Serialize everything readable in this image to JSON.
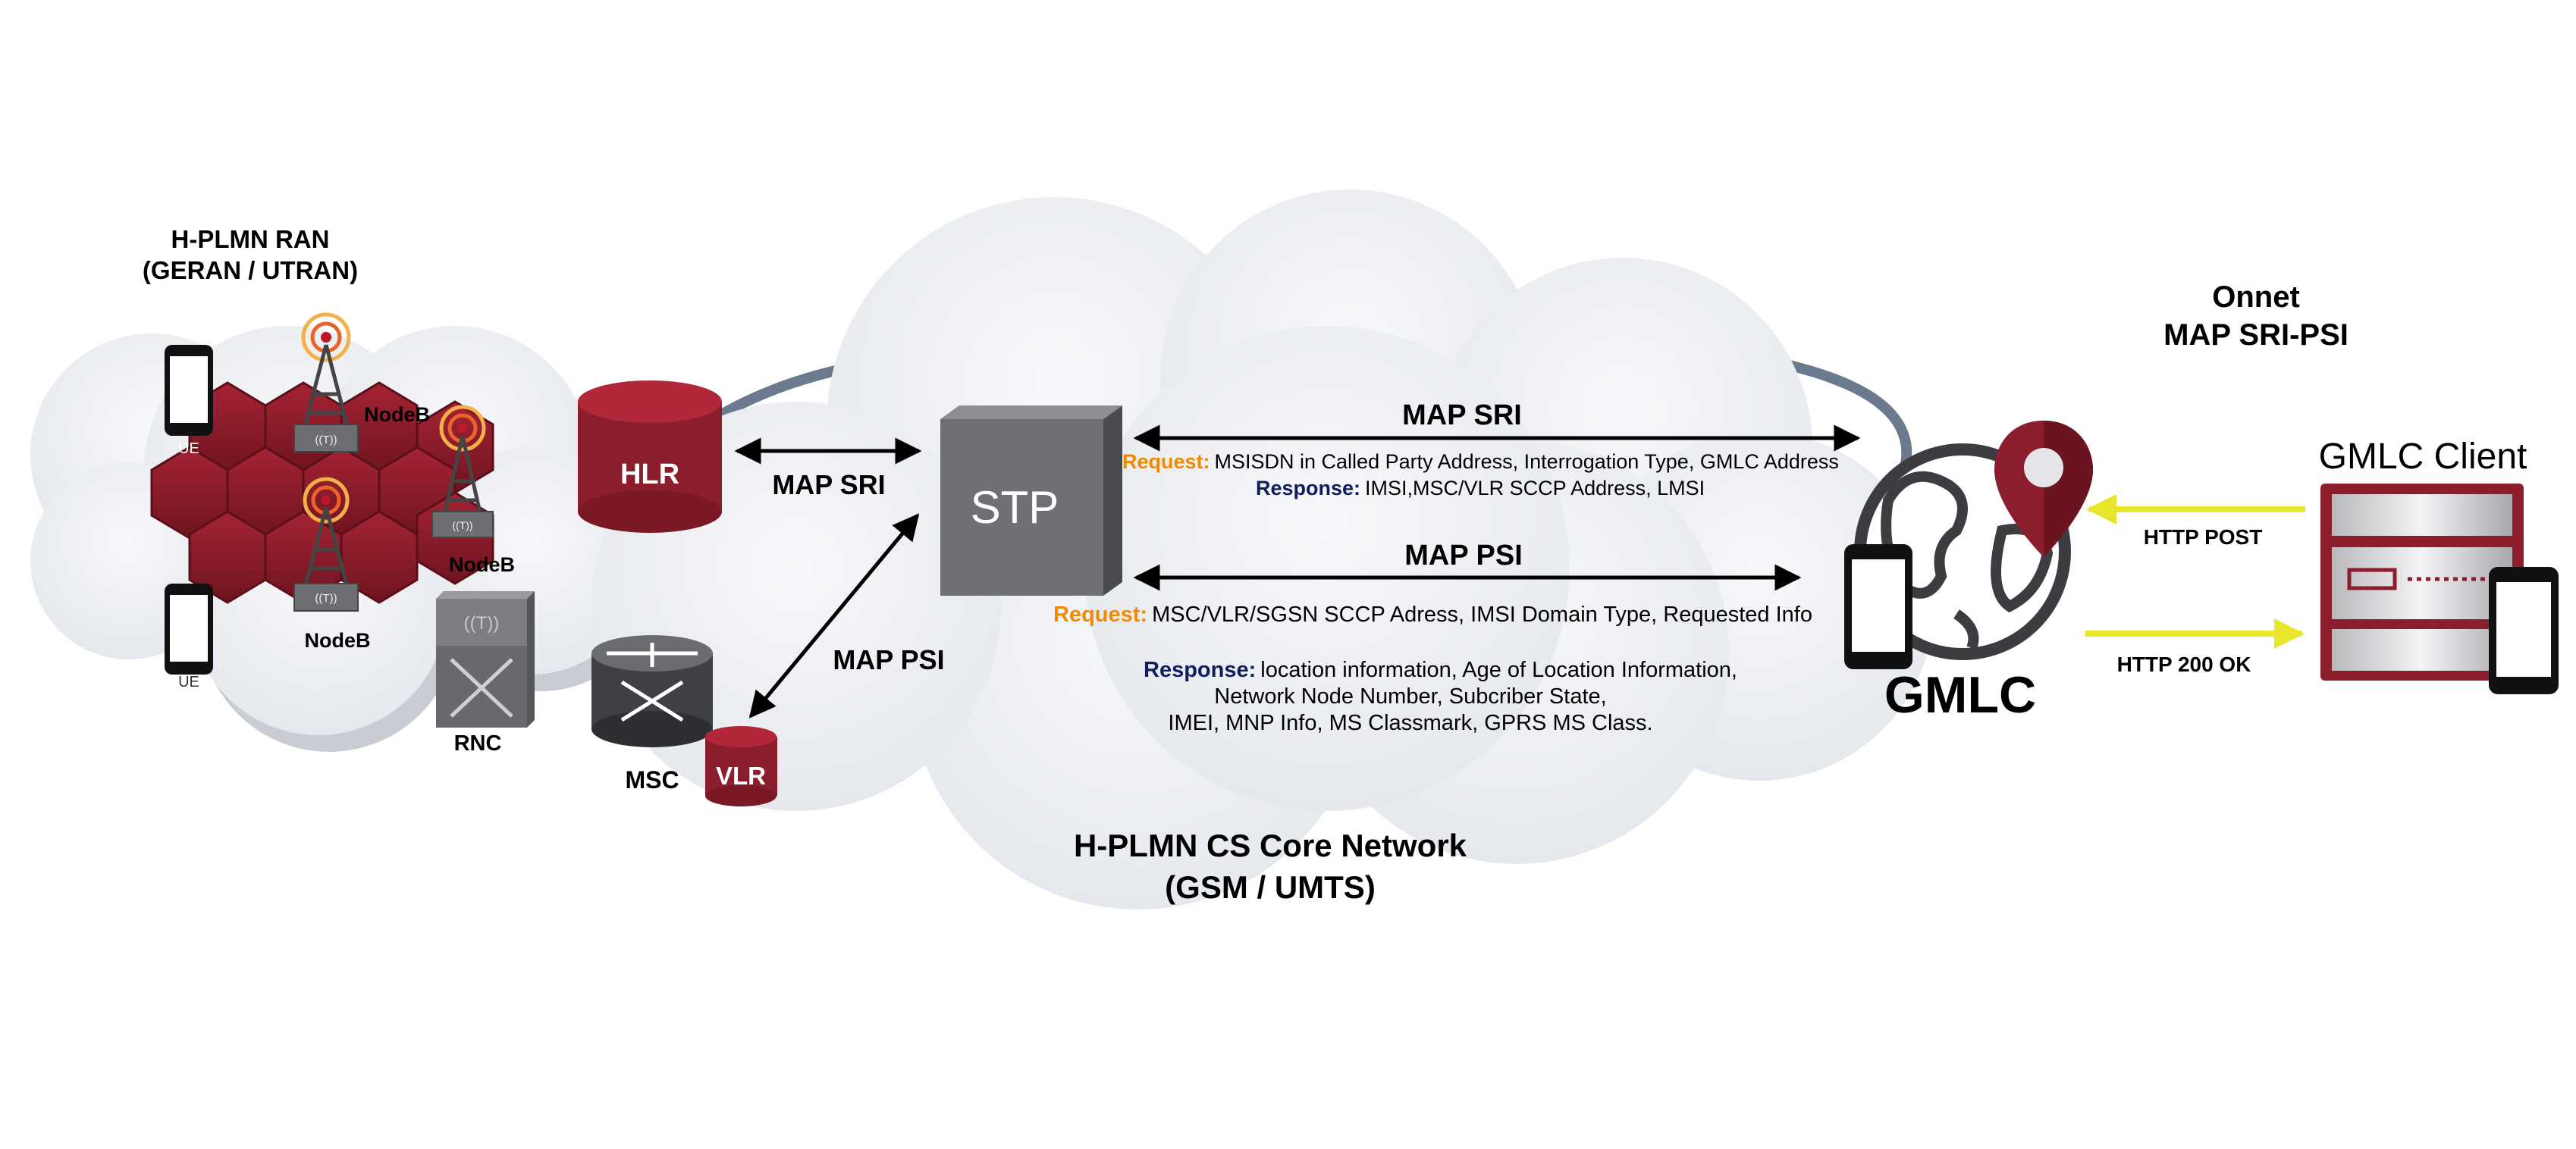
{
  "ran": {
    "title_line1": "H-PLMN RAN",
    "title_line2": "(GERAN / UTRAN)",
    "ue_label": "UE",
    "nodeb_label": "NodeB",
    "rnc_label": "RNC",
    "rnc_icon_text": "((T))"
  },
  "core": {
    "title_line1": "H-PLMN CS Core Network",
    "title_line2": "(GSM / UMTS)",
    "hlr_label": "HLR",
    "stp_label": "STP",
    "msc_label": "MSC",
    "vlr_label": "VLR",
    "map_sri_left": "MAP SRI",
    "map_psi_left": "MAP PSI"
  },
  "sri": {
    "label": "MAP SRI",
    "request_key": "Request:",
    "request_text": "MSISDN in Called Party Address, Interrogation Type, GMLC Address",
    "response_key": "Response:",
    "response_text": "IMSI,MSC/VLR SCCP Address, LMSI"
  },
  "psi": {
    "label": "MAP PSI",
    "request_key": "Request:",
    "request_text": "MSC/VLR/SGSN SCCP Adress, IMSI Domain Type, Requested Info",
    "response_key": "Response:",
    "response_line1": "location information, Age of Location Information,",
    "response_line2": "Network Node Number, Subcriber State,",
    "response_line3": "IMEI, MNP Info, MS Classmark, GPRS MS Class."
  },
  "gmlc": {
    "label": "GMLC",
    "onnet_line1": "Onnet",
    "onnet_line2": "MAP SRI-PSI",
    "client_label": "GMLC Client",
    "http_post": "HTTP POST",
    "http_ok": "HTTP 200 OK"
  },
  "colors": {
    "maroon": "#8b1d2c",
    "maroon_dark": "#6b1420",
    "orange": "#f08a00",
    "navy": "#0f1f5c",
    "yellow": "#e8e62a",
    "cloud": "#eef0f3"
  }
}
